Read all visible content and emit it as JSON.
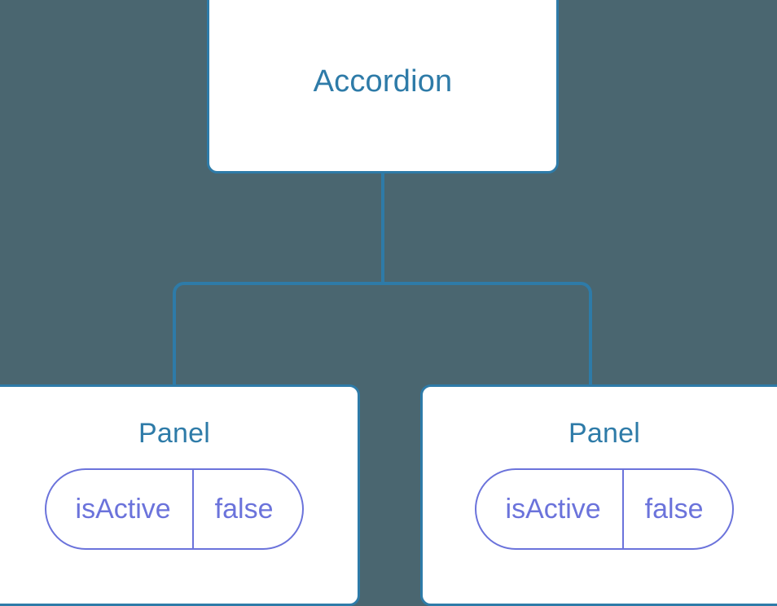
{
  "canvas": {
    "background_color": "#4a6670",
    "node_border_color": "#2e7ba8",
    "node_fill_color": "#ffffff",
    "node_title_color": "#2e7ba8",
    "pill_color": "#6b73db",
    "edge_color": "#2e7ba8"
  },
  "tree": {
    "root": {
      "title": "Accordion"
    },
    "children": [
      {
        "title": "Panel",
        "state": {
          "key": "isActive",
          "value": "false"
        }
      },
      {
        "title": "Panel",
        "state": {
          "key": "isActive",
          "value": "false"
        }
      }
    ]
  }
}
